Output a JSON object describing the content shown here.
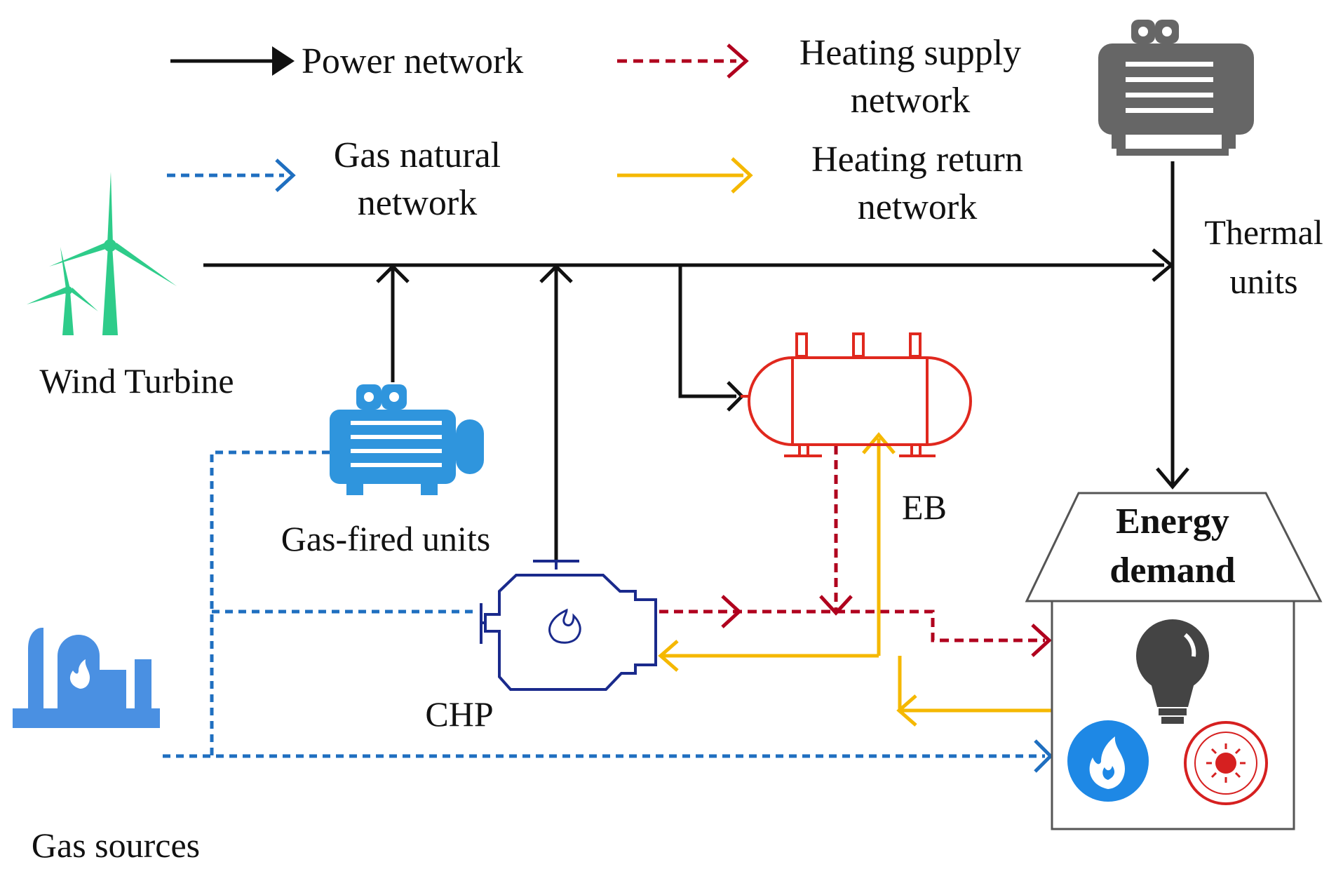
{
  "legend": {
    "power": "Power network",
    "heating_supply": [
      "Heating supply",
      "network"
    ],
    "gas": [
      "Gas natural",
      "network"
    ],
    "heating_return": [
      "Heating return",
      "network"
    ]
  },
  "labels": {
    "wind_turbine": "Wind Turbine",
    "gas_fired_units": "Gas-fired units",
    "chp": "CHP",
    "eb": "EB",
    "thermal_units": [
      "Thermal",
      "units"
    ],
    "energy_demand": [
      "Energy",
      "demand"
    ],
    "gas_sources": "Gas sources"
  },
  "colors": {
    "power": "#111111",
    "heating_supply": "#b0001e",
    "gas": "#1f6fc0",
    "heating_return": "#f5b800",
    "wind_turbine": "#2ecc8a",
    "gas_unit": "#2f95dd",
    "chp": "#1a2a8c",
    "eb": "#e0281e",
    "thermal_unit": "#666666",
    "gas_source": "#4a90e2"
  },
  "icons": {
    "wind_turbine": "wind-turbine-icon",
    "gas_fired_units": "motor-icon",
    "thermal_units": "motor-icon",
    "chp": "engine-icon",
    "eb": "electric-boiler-icon",
    "gas_sources": "factory-icon",
    "energy_demand": [
      "lightbulb-icon",
      "flame-icon",
      "heater-icon"
    ]
  }
}
